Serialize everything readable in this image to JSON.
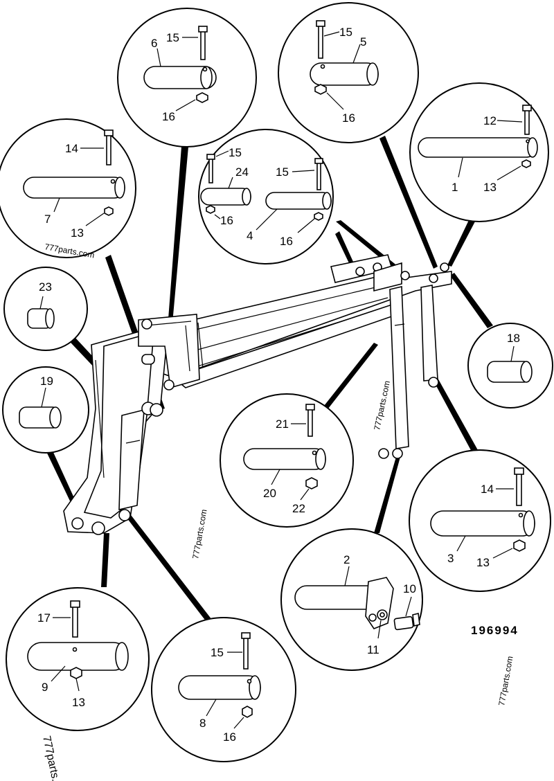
{
  "drawing_number": "196994",
  "watermark": "777parts.com",
  "watermark_cut": "777parts.c",
  "labels": {
    "l1": "1",
    "l2": "2",
    "l3": "3",
    "l4": "4",
    "l5": "5",
    "l6": "6",
    "l7": "7",
    "l8": "8",
    "l9": "9",
    "l10": "10",
    "l11": "11",
    "l12": "12",
    "l13": "13",
    "l14": "14",
    "l15": "15",
    "l16": "16",
    "l17": "17",
    "l18": "18",
    "l19": "19",
    "l20": "20",
    "l21": "21",
    "l22": "22",
    "l23": "23",
    "l24": "24"
  }
}
